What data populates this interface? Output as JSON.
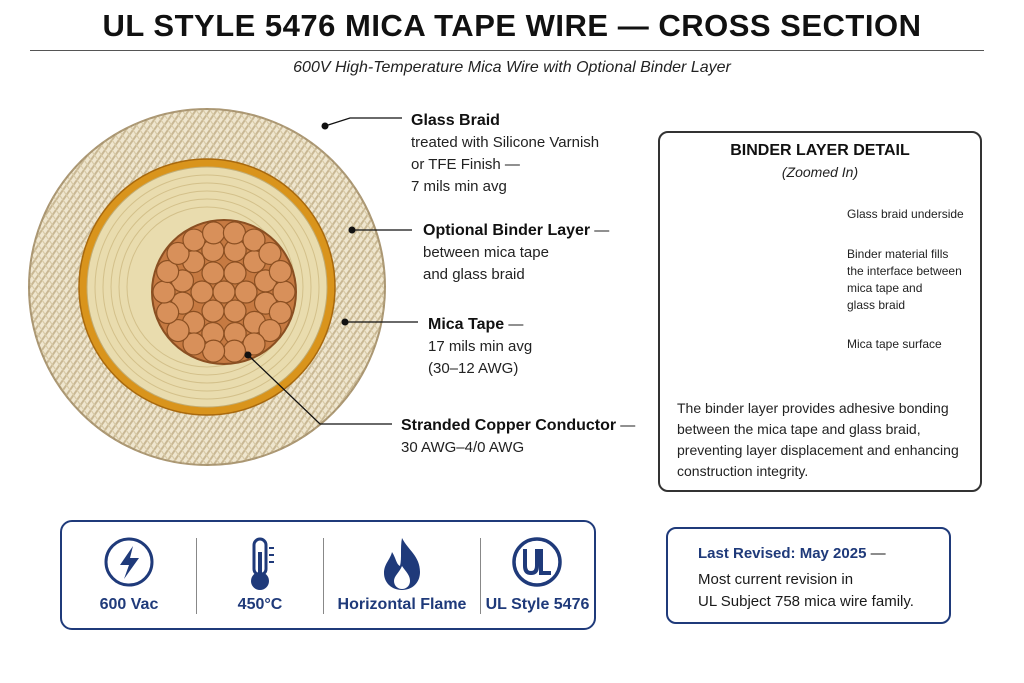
{
  "title": "UL STYLE 5476 MICA TAPE WIRE — CROSS SECTION",
  "subtitle": "600V High-Temperature Mica Wire with Optional Binder Layer",
  "labels": {
    "glass_braid": {
      "heading": "Glass Braid",
      "lines": [
        "treated with Silicone Varnish",
        "or TFE Finish —",
        "7 mils min avg"
      ]
    },
    "binder": {
      "heading": "Optional Binder Layer",
      "suffix": " —",
      "lines": [
        "between mica tape",
        "and glass braid"
      ]
    },
    "mica": {
      "heading": "Mica Tape",
      "suffix": " —",
      "lines": [
        "17 mils min avg",
        "(30–12 AWG)"
      ]
    },
    "conductor": {
      "heading": "Stranded Copper Conductor",
      "suffix": " —",
      "lines": [
        "30 AWG–4/0 AWG"
      ]
    }
  },
  "detail": {
    "title": "BINDER LAYER DETAIL",
    "subtitle": "(Zoomed In)",
    "callouts": {
      "braid": "Glass braid underside",
      "binder": [
        "Binder material fills",
        "the interface between",
        "mica tape and",
        "glass braid"
      ],
      "mica": "Mica tape surface"
    },
    "description": "The binder layer provides adhesive bonding between the mica tape and glass braid, preventing layer displacement and enhancing construction integrity."
  },
  "specs": [
    {
      "icon": "lightning-bolt-icon",
      "label": "600 Vac"
    },
    {
      "icon": "thermometer-icon",
      "label": "450°C"
    },
    {
      "icon": "flame-icon",
      "label": "Horizontal Flame"
    },
    {
      "icon": "ul-mark-icon",
      "label": "UL Style 5476"
    }
  ],
  "revision": {
    "heading": "Last Revised: May 2025",
    "dash": " —",
    "lines": [
      "Most current revision in",
      "UL Subject 758 mica wire family."
    ]
  },
  "colors": {
    "accent_blue": "#1f3a7a",
    "copper": "#d8905a",
    "binder_orange": "#d9941c",
    "mica_tan": "#e9dcae",
    "braid_cream": "#efe6cf"
  }
}
